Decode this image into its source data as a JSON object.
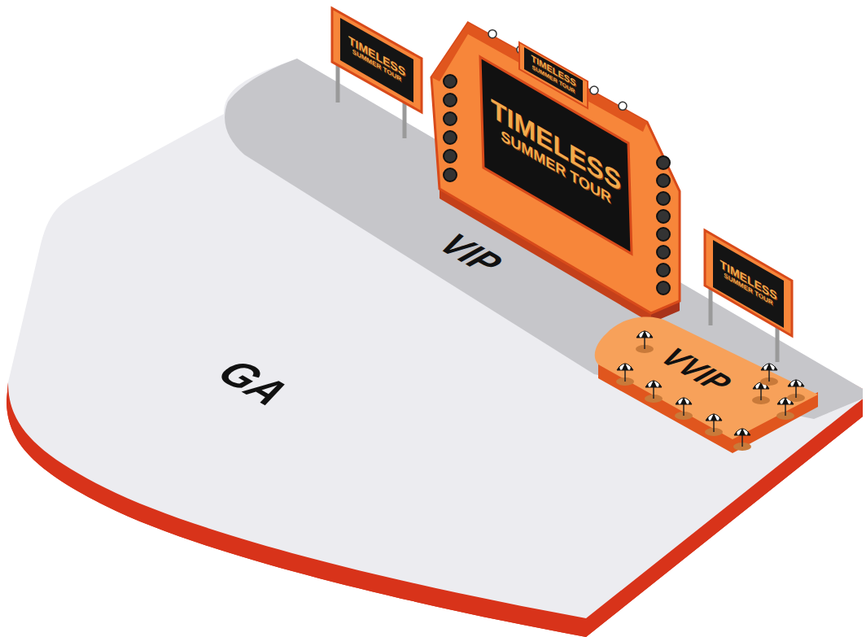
{
  "diagram": {
    "nodes": [
      {
        "text": [
          "TIMELESS",
          "SUMMER TOUR"
        ]
      },
      {
        "text": [
          "TIMELESS",
          "SUMMER TOUR"
        ]
      },
      {
        "text": [
          "TIMELESS",
          "SUMMER TOUR"
        ]
      },
      {
        "text": [
          "TIMELESS",
          "SUMMER TOUR"
        ]
      },
      {
        "text": [
          "VIP"
        ]
      },
      {
        "text": [
          "GA"
        ]
      },
      {
        "text": [
          "VVIP"
        ]
      }
    ]
  }
}
